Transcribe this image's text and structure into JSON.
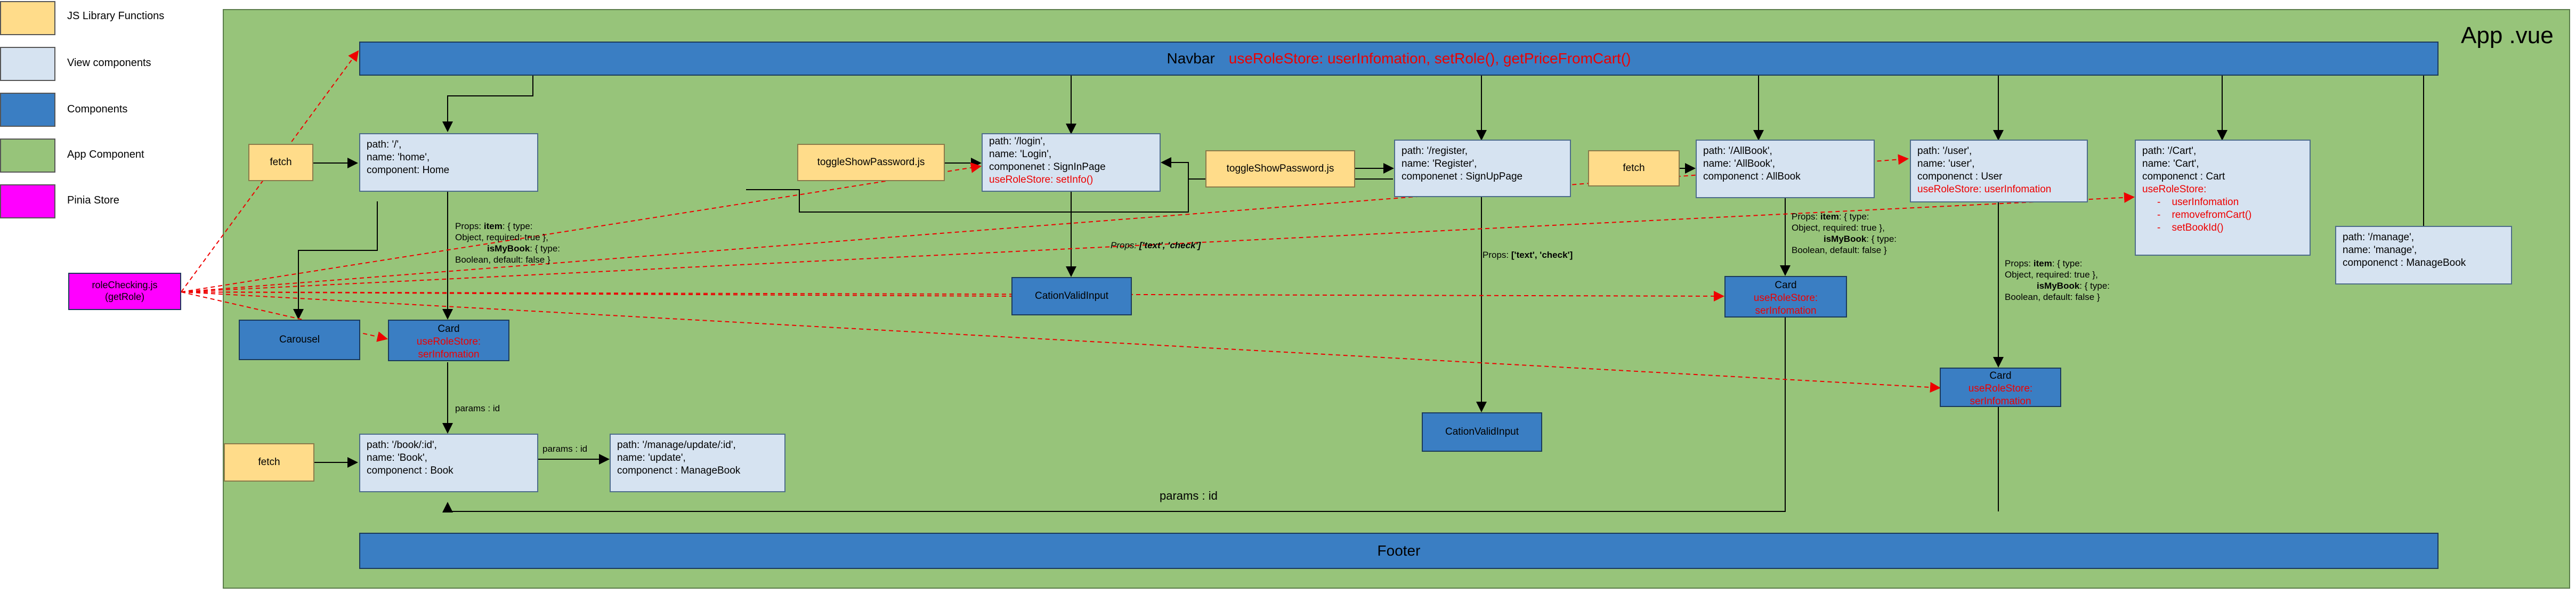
{
  "legend": [
    {
      "label": "JS Library Functions",
      "color": "#ffdc8a"
    },
    {
      "label": "View components",
      "color": "#d6e3f1"
    },
    {
      "label": "Components",
      "color": "#3a7ec3"
    },
    {
      "label": "App Component",
      "color": "#97c47a"
    },
    {
      "label": "Pinia Store",
      "color": "#ff00ff"
    }
  ],
  "app_title": "App .vue",
  "navbar": {
    "name": "Navbar",
    "store": "useRoleStore: userInfomation, setRole(), getPriceFromCart()"
  },
  "footer": "Footer",
  "role_checking": {
    "line1": "roleChecking.js",
    "line2": "(getRole)"
  },
  "fetch_label": "fetch",
  "toggle_label": "toggleShowPassword.js",
  "carousel": "Carousel",
  "card": {
    "name": "Card",
    "store1": "useRoleStore:",
    "store2": "serInfomation"
  },
  "cation": "CationValidInput",
  "routes": {
    "home": [
      "path: '/',",
      "name: 'home',",
      "component: Home"
    ],
    "login": [
      "path: '/login',",
      "name: 'Login',",
      "componenet : SignInPage"
    ],
    "login_store": "useRoleStore: setInfo()",
    "register": [
      "path: '/register,",
      "name: 'Register',",
      "componenet : SignUpPage"
    ],
    "allbook": [
      "path: '/AllBook',",
      "name: 'AllBook',",
      "componenct : AllBook"
    ],
    "user": [
      "path: '/user',",
      "name: 'user',",
      "componenct : User"
    ],
    "user_store": "useRoleStore: userInfomation",
    "cart": [
      "path: '/Cart',",
      "name: 'Cart',",
      "componenct : Cart"
    ],
    "cart_store": "useRoleStore:",
    "cart_items": [
      "userInfomation",
      "removefromCart()",
      "setBookId()"
    ],
    "manage": [
      "path: '/manage',",
      "name: 'manage',",
      "componenct : ManageBook"
    ],
    "book": [
      "path: '/book/:id',",
      "name: 'Book',",
      "componenct : Book"
    ],
    "update": [
      "path: '/manage/update/:id',",
      "name: 'update',",
      "componenct : ManageBook"
    ]
  },
  "props_item": {
    "l1": "Props: ",
    "b1": "item",
    "l1b": ": { type:",
    "l2": "Object, required: true },",
    "b3": "isMyBook",
    "l3": ": { type:",
    "l4": "Boolean, default: false }"
  },
  "props_text": {
    "pre": "Props: ",
    "bold": "['text', 'check']"
  },
  "params_id": "params : id"
}
